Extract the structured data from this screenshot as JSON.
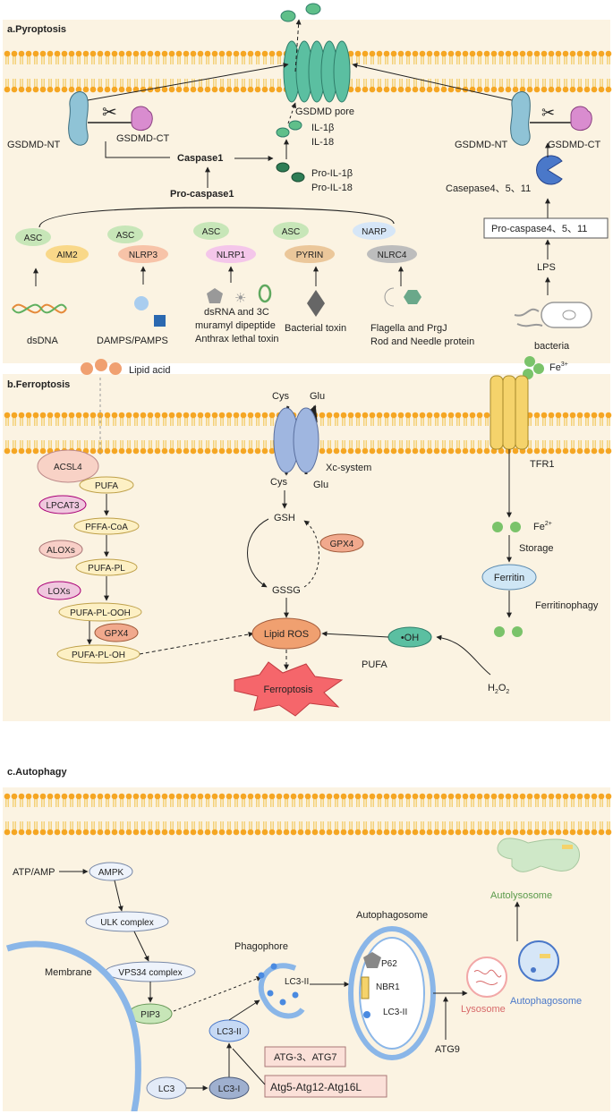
{
  "colors": {
    "panel_bg": "#fbf3e2",
    "membrane_head": "#f5a623",
    "membrane_tail": "#f2c24a",
    "gsdmd_pore": "#5bbfa1",
    "gsdmd_nt": "#8fc3d6",
    "gsdmd_ct": "#d98ccf",
    "il_green": "#5fbf8a",
    "pro_il_green": "#2e7d55",
    "casepase_blue": "#4a78c9",
    "xc_system": "#9fb6e0",
    "tfr1": "#f5d36b",
    "lipid_ros": "#f0a070",
    "ferroptosis_star": "#f5666b",
    "autophagy_blue": "#8ab6e8",
    "autolysosome": "#cfe8c8"
  },
  "pyroptosis": {
    "title": "a.Pyroptosis",
    "gsdmd_pore": "GSDMD pore",
    "left_nt": "GSDMD-NT",
    "left_ct": "GSDMD-CT",
    "right_nt": "GSDMD-NT",
    "right_ct": "GSDMD-CT",
    "caspase1": "Caspase1",
    "pro_caspase1": "Pro-caspase1",
    "il1b": "IL-1β",
    "il18": "IL-18",
    "pro_il1b": "Pro-IL-1β",
    "pro_il18": "Pro-IL-18",
    "casepase": "Casepase4、5、11",
    "pro_casepase": "Pro-caspase4、5、11",
    "lps": "LPS",
    "bacteria": "bacteria",
    "asc": "ASC",
    "narp": "NARP",
    "aim2": "AIM2",
    "nlrp3": "NLRP3",
    "nlrp1": "NLRP1",
    "pyrin": "PYRIN",
    "nlrc4": "NLRC4",
    "dsdna": "dsDNA",
    "damps": "DAMPS/PAMPS",
    "dsrna_1": "dsRNA and 3C",
    "dsrna_2": "muramyl dipeptide",
    "dsrna_3": "Anthrax lethal toxin",
    "bacterial_toxin": "Bacterial toxin",
    "flagella_1": "Flagella and PrgJ",
    "flagella_2": "Rod and Needle protein"
  },
  "ferroptosis": {
    "title": "b.Ferroptosis",
    "lipid_acid": "Lipid acid",
    "acsl4": "ACSL4",
    "pufa": "PUFA",
    "lpcat3": "LPCAT3",
    "pffa_coa": "PFFA-CoA",
    "aloxs": "ALOXs",
    "pufa_pl": "PUFA-PL",
    "loxs": "LOXs",
    "pufa_pl_ooh": "PUFA-PL-OOH",
    "gpx4_left": "GPX4",
    "pufa_pl_oh": "PUFA-PL-OH",
    "cys_top": "Cys",
    "glu_top": "Glu",
    "cys_bottom": "Cys",
    "glu_bottom": "Glu",
    "xc_system": "Xc-system",
    "gsh": "GSH",
    "gpx4_mid": "GPX4",
    "gssg": "GSSG",
    "lipid_ros": "Lipid ROS",
    "ferroptosis": "Ferroptosis",
    "fe3": "Fe",
    "fe3_sup": "3+",
    "tfr1": "TFR1",
    "fe2": "Fe",
    "fe2_sup": "2+",
    "storage": "Storage",
    "ferritin": "Ferritin",
    "ferritinophagy": "Ferritinophagy",
    "oh": "•OH",
    "pufa_right": "PUFA",
    "h2o2_h": "H",
    "h2o2_2a": "2",
    "h2o2_o": "O",
    "h2o2_2b": "2"
  },
  "autophagy": {
    "title": "c.Autophagy",
    "atp_amp": "ATP/AMP",
    "ampk": "AMPK",
    "ulk": "ULK complex",
    "vps34": "VPS34 complex",
    "pip3": "PIP3",
    "membrane": "Membrane",
    "phagophore": "Phagophore",
    "lc3ii_phago": "LC3-II",
    "lc3ii_box": "LC3-II",
    "lc3": "LC3",
    "lc3i": "LC3-I",
    "atg3_7": "ATG-3、ATG7",
    "atg5": "Atg5-Atg12-Atg16L",
    "autophagosome_title": "Autophagosome",
    "p62": "P62",
    "nbr1": "NBR1",
    "lc3ii_auto": "LC3-II",
    "atg9": "ATG9",
    "lysosome": "Lysosome",
    "autophagosome": "Autophagosome",
    "autolysosome": "Autolysosome"
  }
}
